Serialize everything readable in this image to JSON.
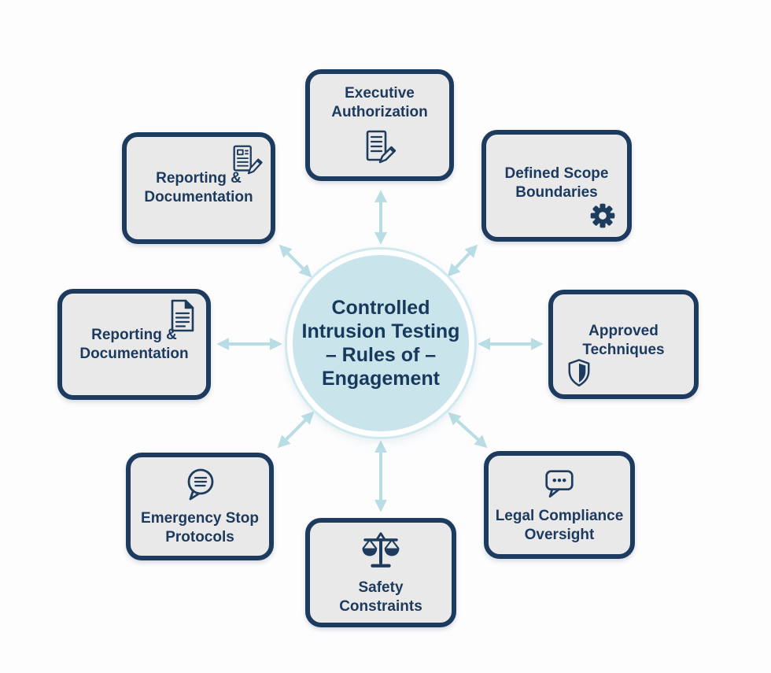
{
  "title": "Controlled Intrusion Testing – Rules of – Engagement",
  "center": {
    "line1": "Controlled",
    "line2": "Intrusion Testing",
    "line3": "– Rules of –",
    "line4": "Engagement"
  },
  "nodes": [
    {
      "label": "Executive Authorization",
      "icon": "document-pencil-icon",
      "position": "top"
    },
    {
      "label": "Defined Scope Boundaries",
      "icon": "gear-icon",
      "position": "top-right"
    },
    {
      "label": "Approved Techniques",
      "icon": "shield-icon",
      "position": "right"
    },
    {
      "label": "Legal Compliance Oversight",
      "icon": "chat-dots-icon",
      "position": "bottom-right"
    },
    {
      "label": "Safety Constraints",
      "icon": "scales-icon",
      "position": "bottom"
    },
    {
      "label": "Emergency Stop Protocols",
      "icon": "chat-lines-icon",
      "position": "bottom-left"
    },
    {
      "label": "Reporting & Documentation",
      "icon": "document-icon",
      "position": "left"
    },
    {
      "label": "Reporting & Documentation",
      "icon": "document-pencil-icon",
      "position": "top-left"
    }
  ],
  "colors": {
    "background": "#fdfdfe",
    "box_fill": "#e9e9ea",
    "box_border": "#1d3b5e",
    "text": "#1c3a5e",
    "circle_fill": "#c9e4eb",
    "circle_ring": "#cfe9ef",
    "arrow": "#b9dde4"
  }
}
